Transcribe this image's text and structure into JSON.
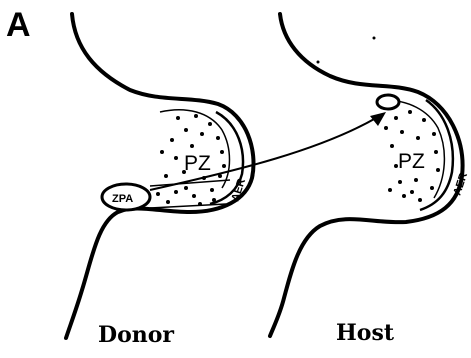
{
  "panel_label": "A",
  "donor": {
    "caption": "Donor",
    "zone_label": "PZ",
    "zpa_label": "ZPA",
    "aer_label": "AER"
  },
  "host": {
    "caption": "Host",
    "zone_label": "PZ",
    "aer_label": "AER"
  }
}
